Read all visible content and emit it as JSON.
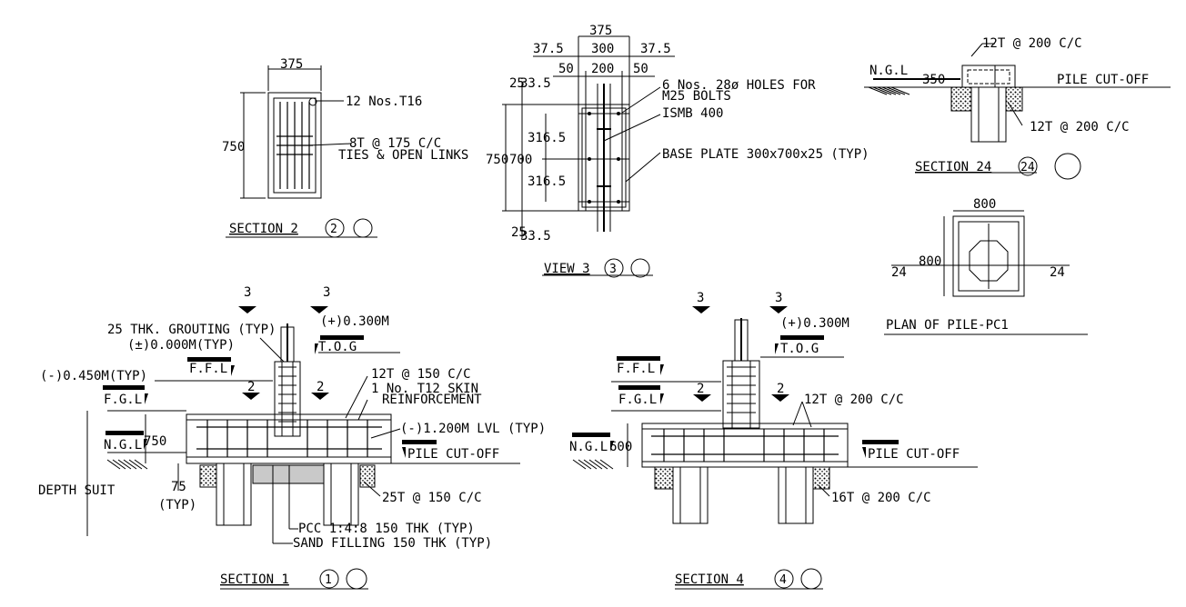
{
  "section2": {
    "dim_width": "375",
    "dim_height": "750",
    "bars_note": "12 Nos.T16",
    "ties_note": "8T @ 175 C/C",
    "ties_note2": "TIES & OPEN LINKS",
    "title": "SECTION 2",
    "title_num": "2"
  },
  "view3": {
    "dim_total": "375",
    "dim_a": "37.5",
    "dim_b": "300",
    "dim_c": "37.5",
    "dim_d": "50",
    "dim_e": "200",
    "dim_f": "50",
    "dim_top_1": "25",
    "dim_top_2": "33.5",
    "dim_mid_1": "316.5",
    "dim_mid_2": "316.5",
    "dim_overall_1": "750",
    "dim_overall_2": "700",
    "dim_bot_1": "25",
    "dim_bot_2": "33.5",
    "note_holes": "6 Nos. 28ø HOLES FOR",
    "note_bolts": "M25 BOLTS",
    "note_ismb": "ISMB 400",
    "note_plate": "BASE PLATE 300x700x25 (TYP)",
    "title": "VIEW 3",
    "title_num": "3"
  },
  "section24": {
    "bar_top": "12T @ 200 C/C",
    "bar_bottom": "12T @ 200 C/C",
    "ngl": "N.G.L",
    "dim_350": "350",
    "pile_cutoff": "PILE CUT-OFF",
    "title": "SECTION 24",
    "title_num": "24"
  },
  "plan_pile": {
    "dim_w": "800",
    "dim_h": "800",
    "mark_left": "24",
    "mark_right": "24",
    "title": "PLAN OF PILE-PC1"
  },
  "section1": {
    "mark_3a": "3",
    "mark_3b": "3",
    "grout": "25 THK. GROUTING (TYP)",
    "level_0": "(±)0.000M(TYP)",
    "level_300": "(+)0.300M",
    "tog": "T.O.G",
    "level_450": "(-)0.450M(TYP)",
    "ffl": "F.F.L",
    "fgl": "F.G.L",
    "mark_2a": "2",
    "mark_2b": "2",
    "bar_150": "12T @ 150 C/C",
    "skin_1": "1 No. T12 SKIN",
    "skin_2": "REINFORCEMENT",
    "level_1200": "(-)1.200M LVL (TYP)",
    "ngl": "N.G.L",
    "dim_750": "750",
    "pile_cutoff": "PILE CUT-OFF",
    "depth": "DEPTH SUIT",
    "dim_75": "75",
    "typ": "(TYP)",
    "bar_25": "25T @ 150 C/C",
    "pcc": "PCC 1:4:8 150 THK (TYP)",
    "sand": "SAND FILLING 150 THK (TYP)",
    "title": "SECTION 1",
    "title_num": "1"
  },
  "section4": {
    "mark_3a": "3",
    "mark_3b": "3",
    "level_300": "(+)0.300M",
    "tog": "T.O.G",
    "ffl": "F.F.L",
    "fgl": "F.G.L",
    "mark_2a": "2",
    "mark_2b": "2",
    "bar_200": "12T @ 200 C/C",
    "ngl": "N.G.L",
    "dim_600": "600",
    "pile_cutoff": "PILE CUT-OFF",
    "bar_16": "16T @ 200 C/C",
    "title": "SECTION 4",
    "title_num": "4"
  }
}
